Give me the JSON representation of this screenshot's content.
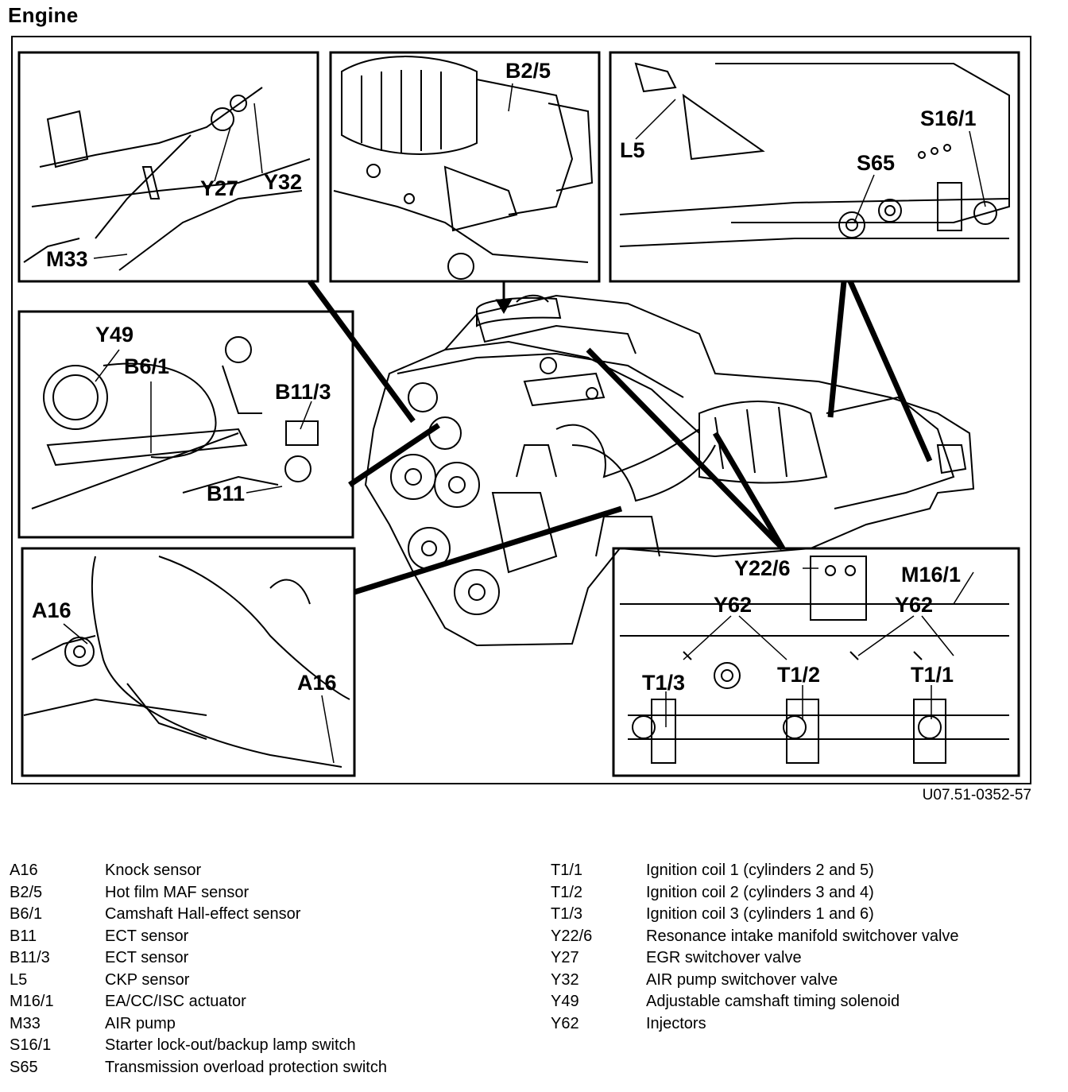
{
  "title": "Engine",
  "figure_id": "U07.51-0352-57",
  "callouts": {
    "y27": "Y27",
    "y32": "Y32",
    "m33": "M33",
    "b25": "B2/5",
    "l5": "L5",
    "s65": "S65",
    "s161": "S16/1",
    "y49": "Y49",
    "b61": "B6/1",
    "b113": "B11/3",
    "b11": "B11",
    "a16a": "A16",
    "a16b": "A16",
    "y226": "Y22/6",
    "m161": "M16/1",
    "y62a": "Y62",
    "y62b": "Y62",
    "t13": "T1/3",
    "t12": "T1/2",
    "t11": "T1/1"
  },
  "legend_left": [
    {
      "code": "A16",
      "text": "Knock sensor"
    },
    {
      "code": "B2/5",
      "text": "Hot film MAF sensor"
    },
    {
      "code": "B6/1",
      "text": "Camshaft Hall-effect sensor"
    },
    {
      "code": "B11",
      "text": "ECT sensor"
    },
    {
      "code": "B11/3",
      "text": "ECT sensor"
    },
    {
      "code": "L5",
      "text": "CKP sensor"
    },
    {
      "code": "M16/1",
      "text": "EA/CC/ISC actuator"
    },
    {
      "code": "M33",
      "text": "AIR pump"
    },
    {
      "code": "S16/1",
      "text": "Starter lock-out/backup lamp switch"
    },
    {
      "code": "S65",
      "text": "Transmission overload protection switch"
    }
  ],
  "legend_right": [
    {
      "code": "T1/1",
      "text": "Ignition coil 1 (cylinders 2 and 5)"
    },
    {
      "code": "T1/2",
      "text": "Ignition coil 2 (cylinders 3 and 4)"
    },
    {
      "code": "T1/3",
      "text": "Ignition coil 3 (cylinders 1 and 6)"
    },
    {
      "code": "Y22/6",
      "text": "Resonance intake manifold switchover valve"
    },
    {
      "code": "Y27",
      "text": "EGR switchover valve"
    },
    {
      "code": "Y32",
      "text": "AIR pump switchover valve"
    },
    {
      "code": "Y49",
      "text": "Adjustable camshaft timing solenoid"
    },
    {
      "code": "Y62",
      "text": "Injectors"
    }
  ]
}
